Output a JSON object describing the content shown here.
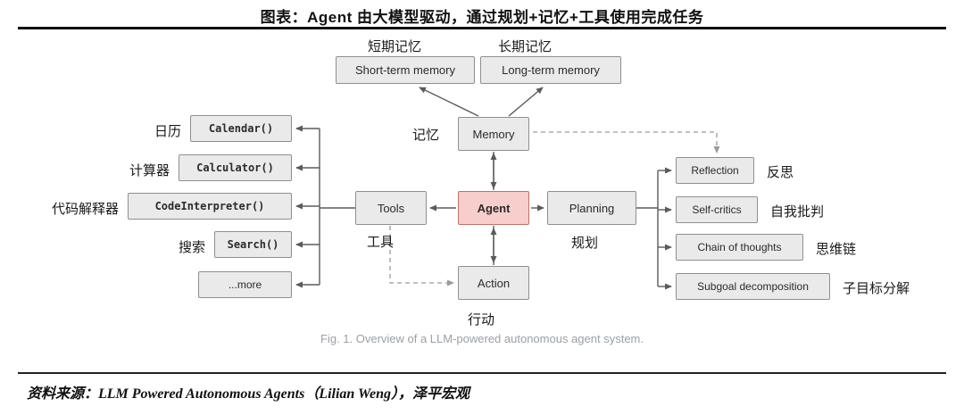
{
  "title": "图表：Agent 由大模型驱动，通过规划+记忆+工具使用完成任务",
  "diagram": {
    "memory_section": {
      "short_zh": "短期记忆",
      "long_zh": "长期记忆",
      "short_box": "Short-term memory",
      "long_box": "Long-term memory"
    },
    "memory": {
      "box": "Memory",
      "zh": "记忆"
    },
    "agent": {
      "box": "Agent"
    },
    "tools": {
      "box": "Tools",
      "zh": "工具",
      "items": [
        {
          "label": "Calendar()",
          "zh": "日历"
        },
        {
          "label": "Calculator()",
          "zh": "计算器"
        },
        {
          "label": "CodeInterpreter()",
          "zh": "代码解释器"
        },
        {
          "label": "Search()",
          "zh": "搜索"
        },
        {
          "label": "...more"
        }
      ]
    },
    "planning": {
      "box": "Planning",
      "zh": "规划",
      "items": [
        {
          "label": "Reflection",
          "zh": "反思"
        },
        {
          "label": "Self-critics",
          "zh": "自我批判"
        },
        {
          "label": "Chain of thoughts",
          "zh": "思维链"
        },
        {
          "label": "Subgoal decomposition",
          "zh": "子目标分解"
        }
      ]
    },
    "action": {
      "box": "Action",
      "zh": "行动"
    },
    "caption": "Fig. 1. Overview of a LLM-powered autonomous agent system."
  },
  "footer": {
    "source": "资料来源：LLM Powered Autonomous Agents（Lilian Weng），泽平宏观"
  },
  "colors": {
    "agent_fill": "#f8cecc",
    "agent_border": "#c0706c",
    "box_fill": "#eaeaea",
    "box_border": "#8f8f8f",
    "arrow": "#5b5b5b",
    "dashed_arrow": "#9a9a9a",
    "caption": "#9aa0a6"
  }
}
